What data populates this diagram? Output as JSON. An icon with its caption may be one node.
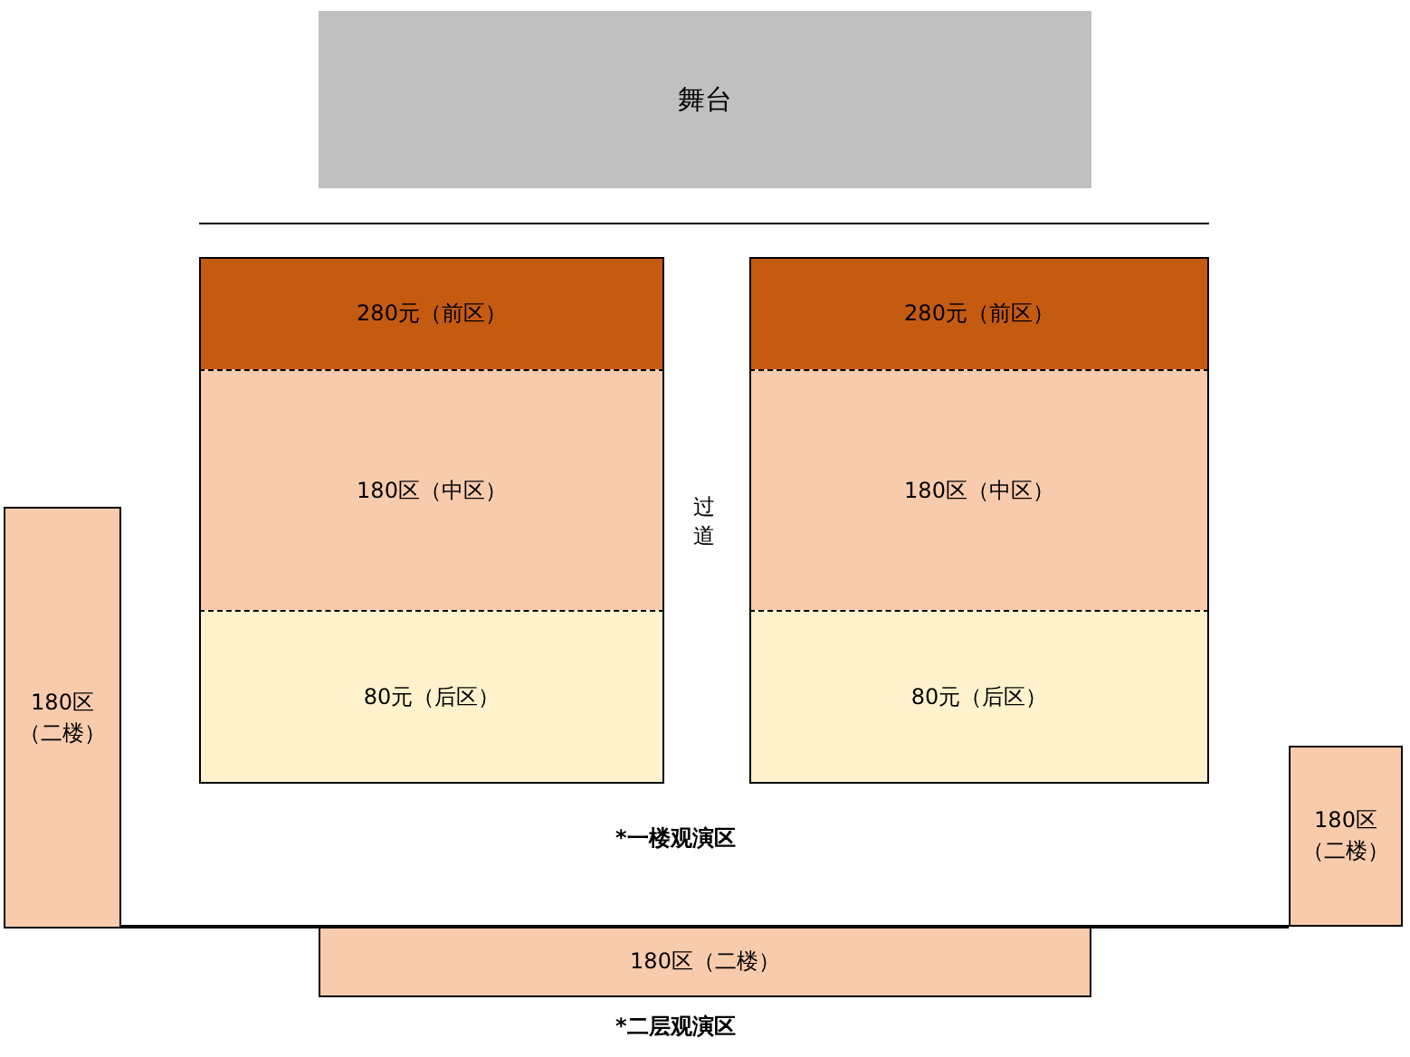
{
  "diagram": {
    "nodes": [
      {
        "text": [
          "舞台"
        ]
      },
      {
        "text": [
          "280元（前区）"
        ]
      },
      {
        "text": [
          "280元（前区）"
        ]
      },
      {
        "text": [
          "180区（中区）"
        ]
      },
      {
        "text": [
          "180区（中区）"
        ]
      },
      {
        "text": [
          "180区（二楼）"
        ]
      },
      {
        "text": [
          "80元（后区）"
        ]
      },
      {
        "text": [
          "80元（后区）"
        ]
      },
      {
        "text": [
          "180区（二楼）"
        ]
      },
      {
        "text": [
          "180区（二楼）"
        ]
      }
    ],
    "labels": [
      "过道",
      "*一楼观演区",
      "*二层观演区"
    ]
  }
}
